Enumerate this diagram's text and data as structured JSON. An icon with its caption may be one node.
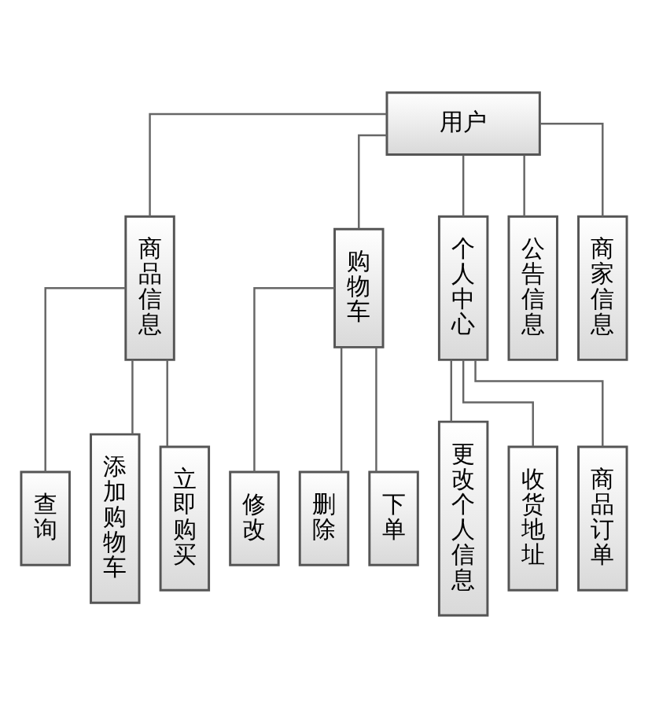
{
  "diagram": {
    "nodes": [
      {
        "text": [
          "用户"
        ]
      },
      {
        "text": [
          "商品信息"
        ]
      },
      {
        "text": [
          "购物车"
        ]
      },
      {
        "text": [
          "个人中心"
        ]
      },
      {
        "text": [
          "公告信息"
        ]
      },
      {
        "text": [
          "商家信息"
        ]
      },
      {
        "text": [
          "查询"
        ]
      },
      {
        "text": [
          "添加购物车"
        ]
      },
      {
        "text": [
          "立即购买"
        ]
      },
      {
        "text": [
          "修改"
        ]
      },
      {
        "text": [
          "删除"
        ]
      },
      {
        "text": [
          "下单"
        ]
      },
      {
        "text": [
          "更改个人信息"
        ]
      },
      {
        "text": [
          "收货地址"
        ]
      },
      {
        "text": [
          "商品订单"
        ]
      }
    ],
    "edges": [
      {
        "from": 0,
        "to": 1,
        "arrow": "none"
      },
      {
        "from": 0,
        "to": 2,
        "arrow": "none"
      },
      {
        "from": 0,
        "to": 3,
        "arrow": "none"
      },
      {
        "from": 0,
        "to": 4,
        "arrow": "none"
      },
      {
        "from": 0,
        "to": 5,
        "arrow": "none"
      },
      {
        "from": 1,
        "to": 6,
        "arrow": "none"
      },
      {
        "from": 1,
        "to": 7,
        "arrow": "none"
      },
      {
        "from": 1,
        "to": 8,
        "arrow": "none"
      },
      {
        "from": 2,
        "to": 9,
        "arrow": "none"
      },
      {
        "from": 2,
        "to": 10,
        "arrow": "none"
      },
      {
        "from": 2,
        "to": 11,
        "arrow": "none"
      },
      {
        "from": 3,
        "to": 12,
        "arrow": "none"
      },
      {
        "from": 3,
        "to": 13,
        "arrow": "none"
      },
      {
        "from": 3,
        "to": 14,
        "arrow": "none"
      }
    ]
  }
}
